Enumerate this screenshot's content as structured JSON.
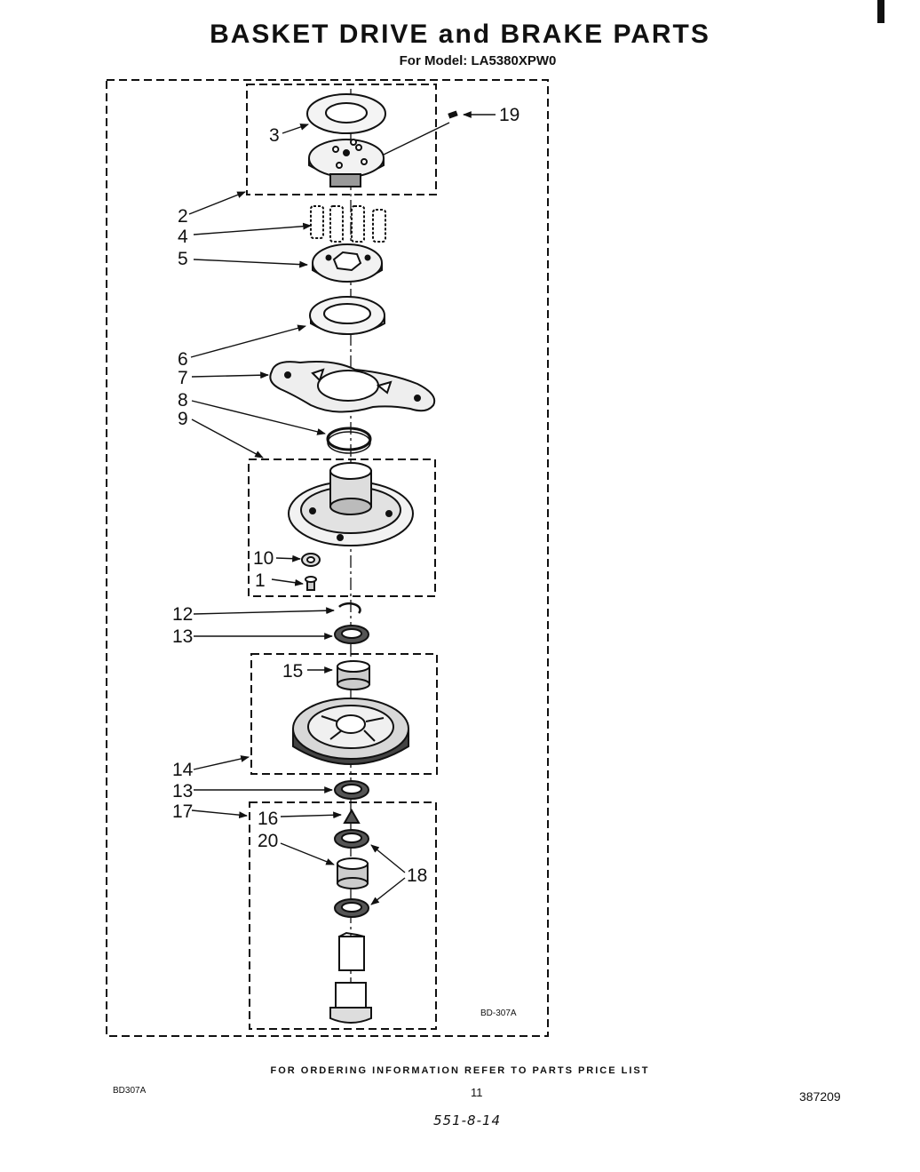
{
  "title": "BASKET DRIVE and BRAKE PARTS",
  "model_line": "For Model: LA5380XPW0",
  "diagram_code": "BD-307A",
  "callouts": [
    {
      "id": "c3",
      "text": "3"
    },
    {
      "id": "c19",
      "text": "19"
    },
    {
      "id": "c2",
      "text": "2"
    },
    {
      "id": "c4",
      "text": "4"
    },
    {
      "id": "c5",
      "text": "5"
    },
    {
      "id": "c6",
      "text": "6"
    },
    {
      "id": "c7",
      "text": "7"
    },
    {
      "id": "c8",
      "text": "8"
    },
    {
      "id": "c9",
      "text": "9"
    },
    {
      "id": "c10",
      "text": "10"
    },
    {
      "id": "c1",
      "text": "1"
    },
    {
      "id": "c12",
      "text": "12"
    },
    {
      "id": "c13a",
      "text": "13"
    },
    {
      "id": "c15",
      "text": "15"
    },
    {
      "id": "c14",
      "text": "14"
    },
    {
      "id": "c13b",
      "text": "13"
    },
    {
      "id": "c17",
      "text": "17"
    },
    {
      "id": "c16",
      "text": "16"
    },
    {
      "id": "c20",
      "text": "20"
    },
    {
      "id": "c18",
      "text": "18"
    }
  ],
  "footer": {
    "ordering_note": "FOR ORDERING INFORMATION REFER TO PARTS PRICE LIST",
    "left_code": "BD307A",
    "page_number": "11",
    "right_code": "387209",
    "handwritten": "551-8-14"
  }
}
